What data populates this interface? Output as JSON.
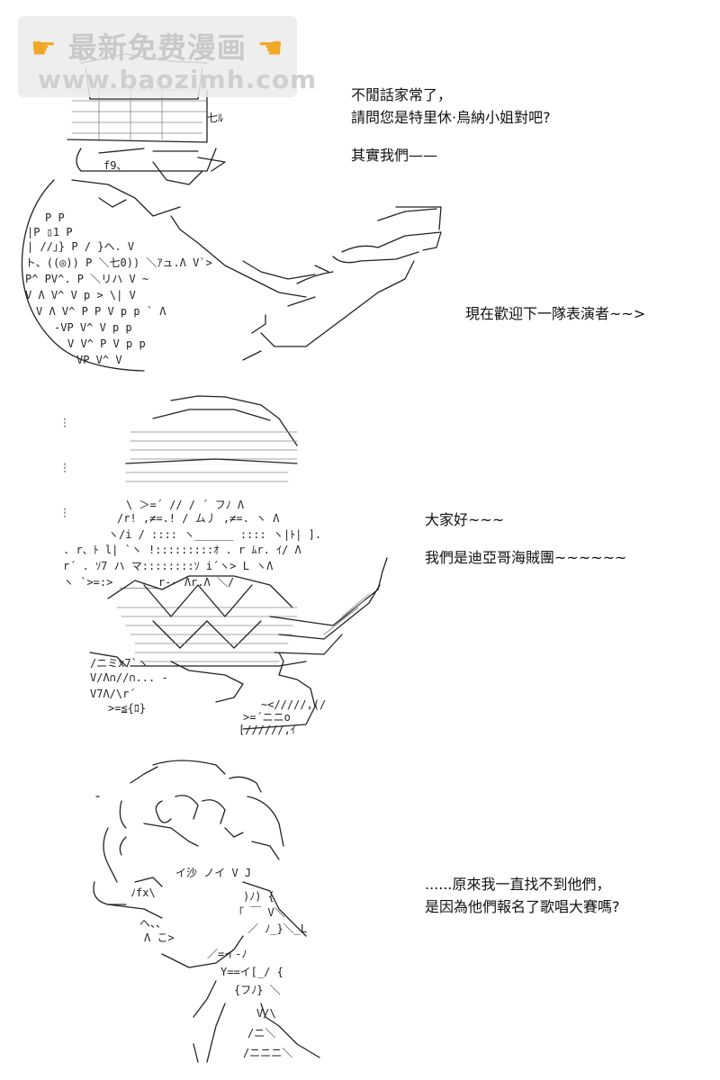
{
  "watermark": {
    "line1": "最新免费漫画",
    "line2": "www.baozimh.com",
    "hand_icon": "pointing-hand-icon",
    "hand_color": "#f0a925"
  },
  "panel1": {
    "dialogue_1": "不閒話家常了，",
    "dialogue_2": "請問您是特里休·烏納小姐對吧?",
    "dialogue_3": "其實我們——",
    "dialogue_4": "現在歡迎下一隊表演者~~>"
  },
  "panel2": {
    "dialogue_1": "大家好~~~",
    "dialogue_2": "我們是迪亞哥海賊團~~~~~~"
  },
  "panel3": {
    "dialogue_1": "......原來我一直找不到他們，",
    "dialogue_2": "是因為他們報名了歌唱大賽嗎?"
  }
}
